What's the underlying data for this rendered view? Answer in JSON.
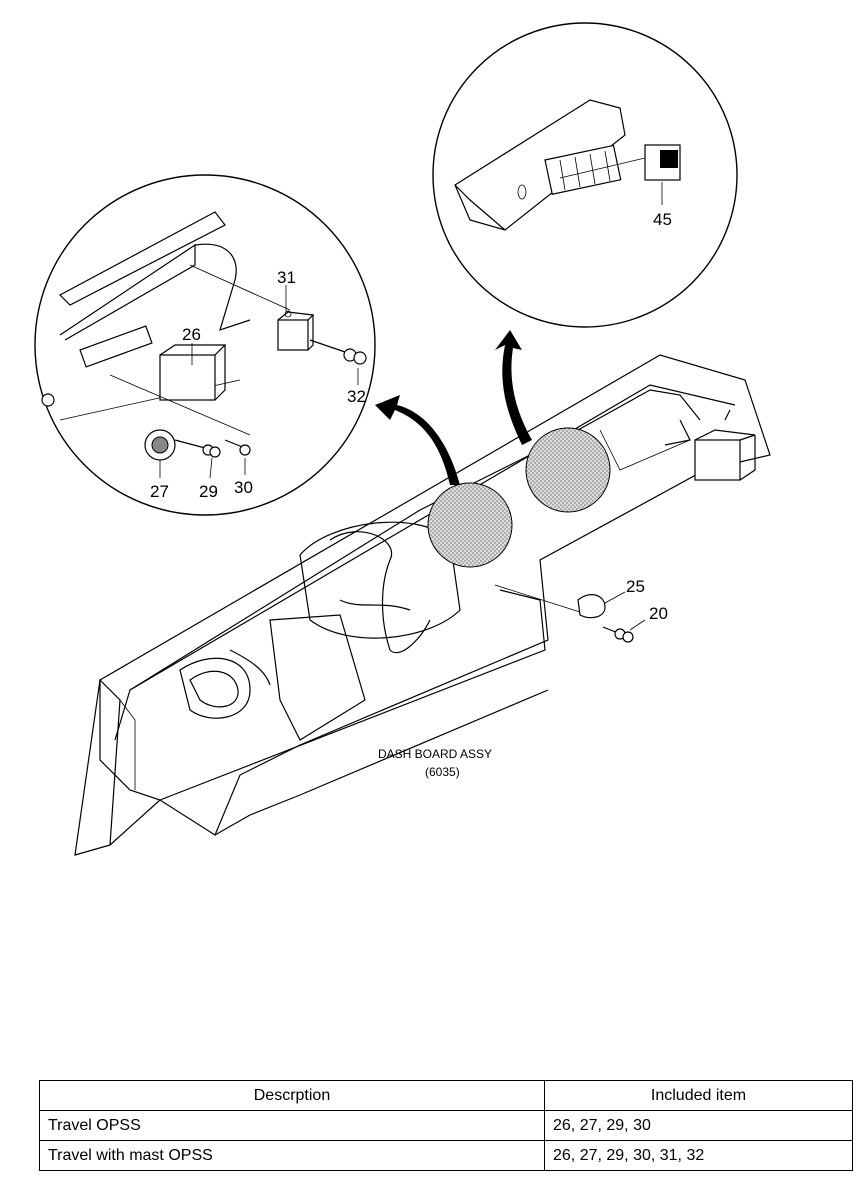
{
  "callouts": {
    "c31": "31",
    "c26": "26",
    "c32": "32",
    "c27": "27",
    "c29": "29",
    "c30": "30",
    "c45": "45",
    "c25": "25",
    "c20": "20"
  },
  "caption": {
    "line1": "DASH BOARD ASSY",
    "line2": "(6035)"
  },
  "table": {
    "headers": [
      "Descrption",
      "Included item"
    ],
    "rows": [
      [
        "Travel OPSS",
        "26, 27, 29, 30"
      ],
      [
        "Travel with mast OPSS",
        "26, 27, 29, 30, 31, 32"
      ]
    ]
  }
}
